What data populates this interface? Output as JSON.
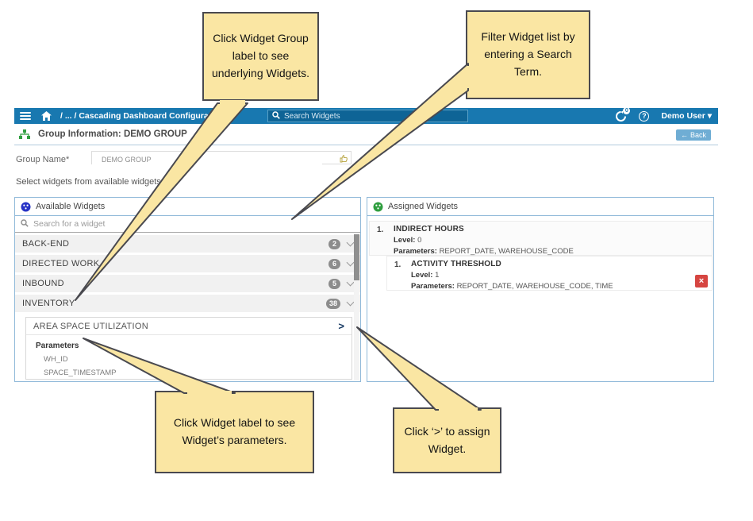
{
  "colors": {
    "header_blue": "#1878b0",
    "panel_border_blue": "#90b9d9",
    "callout_fill": "#fae6a3",
    "callout_border": "#49494f",
    "badge_gray": "#8c8c8c",
    "delete_red": "#d64541",
    "back_button_blue": "#6fadd4",
    "available_icon_blue": "#2733c6",
    "assigned_icon_green": "#2f9e3f",
    "group_icon_green": "#2f9e3f"
  },
  "icons": {
    "menu": "hamburger-bars",
    "home": "house-glyph",
    "search": "magnifier",
    "sync_notifications": "circular-arrow-with-0-badge",
    "help": "question-mark-circle",
    "user_caret": "▾",
    "back_arrow": "←",
    "hierarchy": "org-chart-squares",
    "widgets": "circle-with-dots",
    "thumbs_up": "olive-outline-thumb",
    "chevron_down": "v-chevron",
    "assign": ">",
    "delete": "×"
  },
  "header": {
    "breadcrumb": "/ ... / Cascading Dashboard Configuration",
    "search_placeholder": "Search Widgets",
    "notification_count": "0",
    "help_label": "?",
    "user": "Demo User ▾"
  },
  "page": {
    "title": "Group Information: DEMO GROUP",
    "back_label": "Back",
    "back_arrow": "←",
    "group_name_label": "Group Name*",
    "group_name_value": "DEMO GROUP",
    "instruction": "Select widgets from available widgets list*"
  },
  "available": {
    "title": "Available Widgets",
    "search_placeholder": "Search for a widget",
    "groups": [
      {
        "label": "BACK-END",
        "count": "2"
      },
      {
        "label": "DIRECTED WORK",
        "count": "6"
      },
      {
        "label": "INBOUND",
        "count": "5"
      },
      {
        "label": "INVENTORY",
        "count": "38"
      }
    ],
    "expanded_widget": {
      "label": "AREA SPACE UTILIZATION",
      "assign_glyph": ">",
      "params_title": "Parameters",
      "params": [
        "WH_ID",
        "SPACE_TIMESTAMP"
      ]
    }
  },
  "assigned": {
    "title": "Assigned Widgets",
    "items": [
      {
        "index": "1.",
        "title": "INDIRECT HOURS",
        "level_label": "Level:",
        "level": "0",
        "params_label": "Parameters:",
        "params": "REPORT_DATE, WAREHOUSE_CODE"
      },
      {
        "index": "1.",
        "title": "ACTIVITY THRESHOLD",
        "level_label": "Level:",
        "level": "1",
        "params_label": "Parameters:",
        "params": "REPORT_DATE, WAREHOUSE_CODE, TIME",
        "delete_glyph": "×"
      }
    ]
  },
  "callouts": [
    {
      "text": "Click Widget Group label to see underlying Widgets."
    },
    {
      "text": "Filter Widget list by entering a Search Term."
    },
    {
      "text": "Click Widget label to see Widget’s parameters."
    },
    {
      "text": "Click ‘>’ to assign Widget."
    }
  ]
}
